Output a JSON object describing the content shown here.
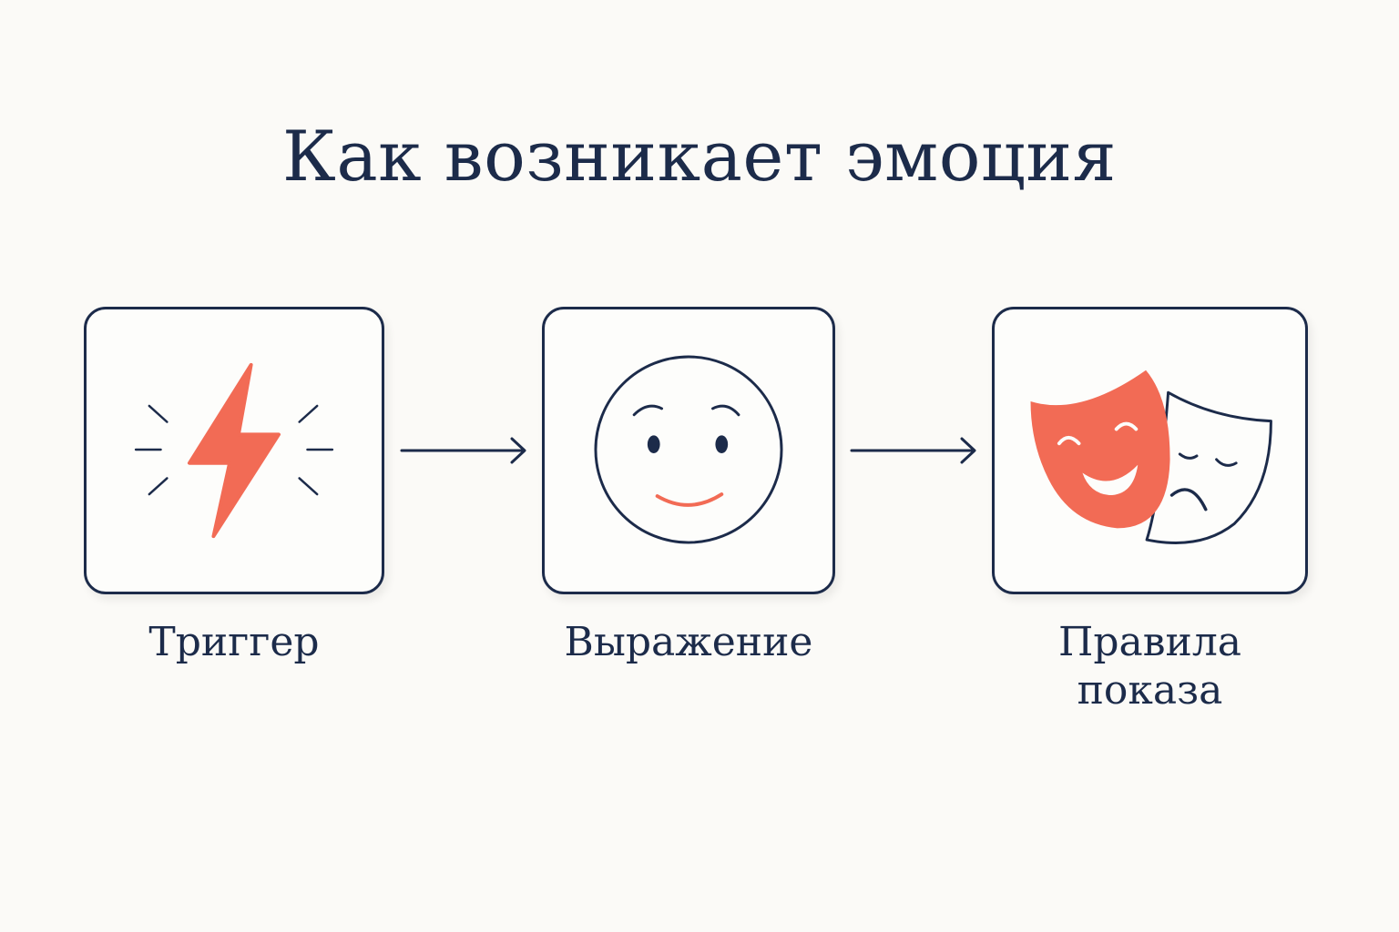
{
  "title": "Как возникает эмоция",
  "colors": {
    "background": "#fbfaf7",
    "navy": "#1c2b4a",
    "accent": "#f26b55"
  },
  "steps": [
    {
      "label": "Триггер",
      "icon": "lightning-bolt-icon"
    },
    {
      "label": "Выражение",
      "icon": "smiley-face-icon"
    },
    {
      "label": "Правила показа",
      "icon": "theater-masks-icon"
    }
  ]
}
